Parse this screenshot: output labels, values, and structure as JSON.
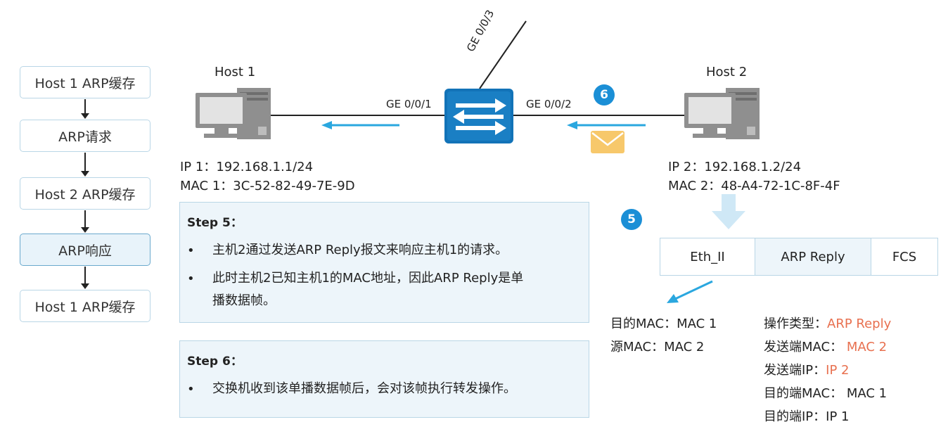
{
  "flow": {
    "items": [
      "Host 1 ARP缓存",
      "ARP请求",
      "Host 2 ARP缓存",
      "ARP响应",
      "Host 1 ARP缓存"
    ],
    "active_index": 3
  },
  "hosts": {
    "host1": {
      "name": "Host 1",
      "ip": "IP 1：192.168.1.1/24",
      "mac": "MAC 1：3C-52-82-49-7E-9D"
    },
    "host2": {
      "name": "Host 2",
      "ip": "IP 2：192.168.1.2/24",
      "mac": "MAC 2：48-A4-72-1C-8F-4F"
    }
  },
  "switch": {
    "port1": "GE 0/0/1",
    "port2": "GE 0/0/2",
    "port3": "GE 0/0/3"
  },
  "badges": {
    "six": "6",
    "five": "5"
  },
  "step5": {
    "title": "Step 5：",
    "bullet_symbol": "•",
    "bullets": [
      "主机2通过发送ARP Reply报文来响应主机1的请求。",
      "此时主机2已知主机1的MAC地址，因此ARP Reply是单",
      "播数据帧。"
    ]
  },
  "step6": {
    "title": "Step 6：",
    "bullet_symbol": "•",
    "bullets": [
      "交换机收到该单播数据帧后，会对该帧执行转发操作。"
    ]
  },
  "frame": {
    "eth": "Eth_II",
    "arp": "ARP Reply",
    "fcs": "FCS"
  },
  "eth_fields": {
    "dst": "目的MAC：MAC 1",
    "src": "源MAC：MAC 2"
  },
  "arp_fields": {
    "op_label": "操作类型：",
    "op_value": "ARP Reply",
    "smac_label": "发送端MAC：",
    "smac_value": "MAC 2",
    "sip_label": "发送端IP：",
    "sip_value": "IP 2",
    "dmac": "目的端MAC： MAC 1",
    "dip": "目的端IP：IP 1"
  },
  "colors": {
    "accent": "#1b8fd6",
    "highlight": "#e8704f",
    "arrow": "#2aa7df",
    "switch": "#1273b8"
  }
}
